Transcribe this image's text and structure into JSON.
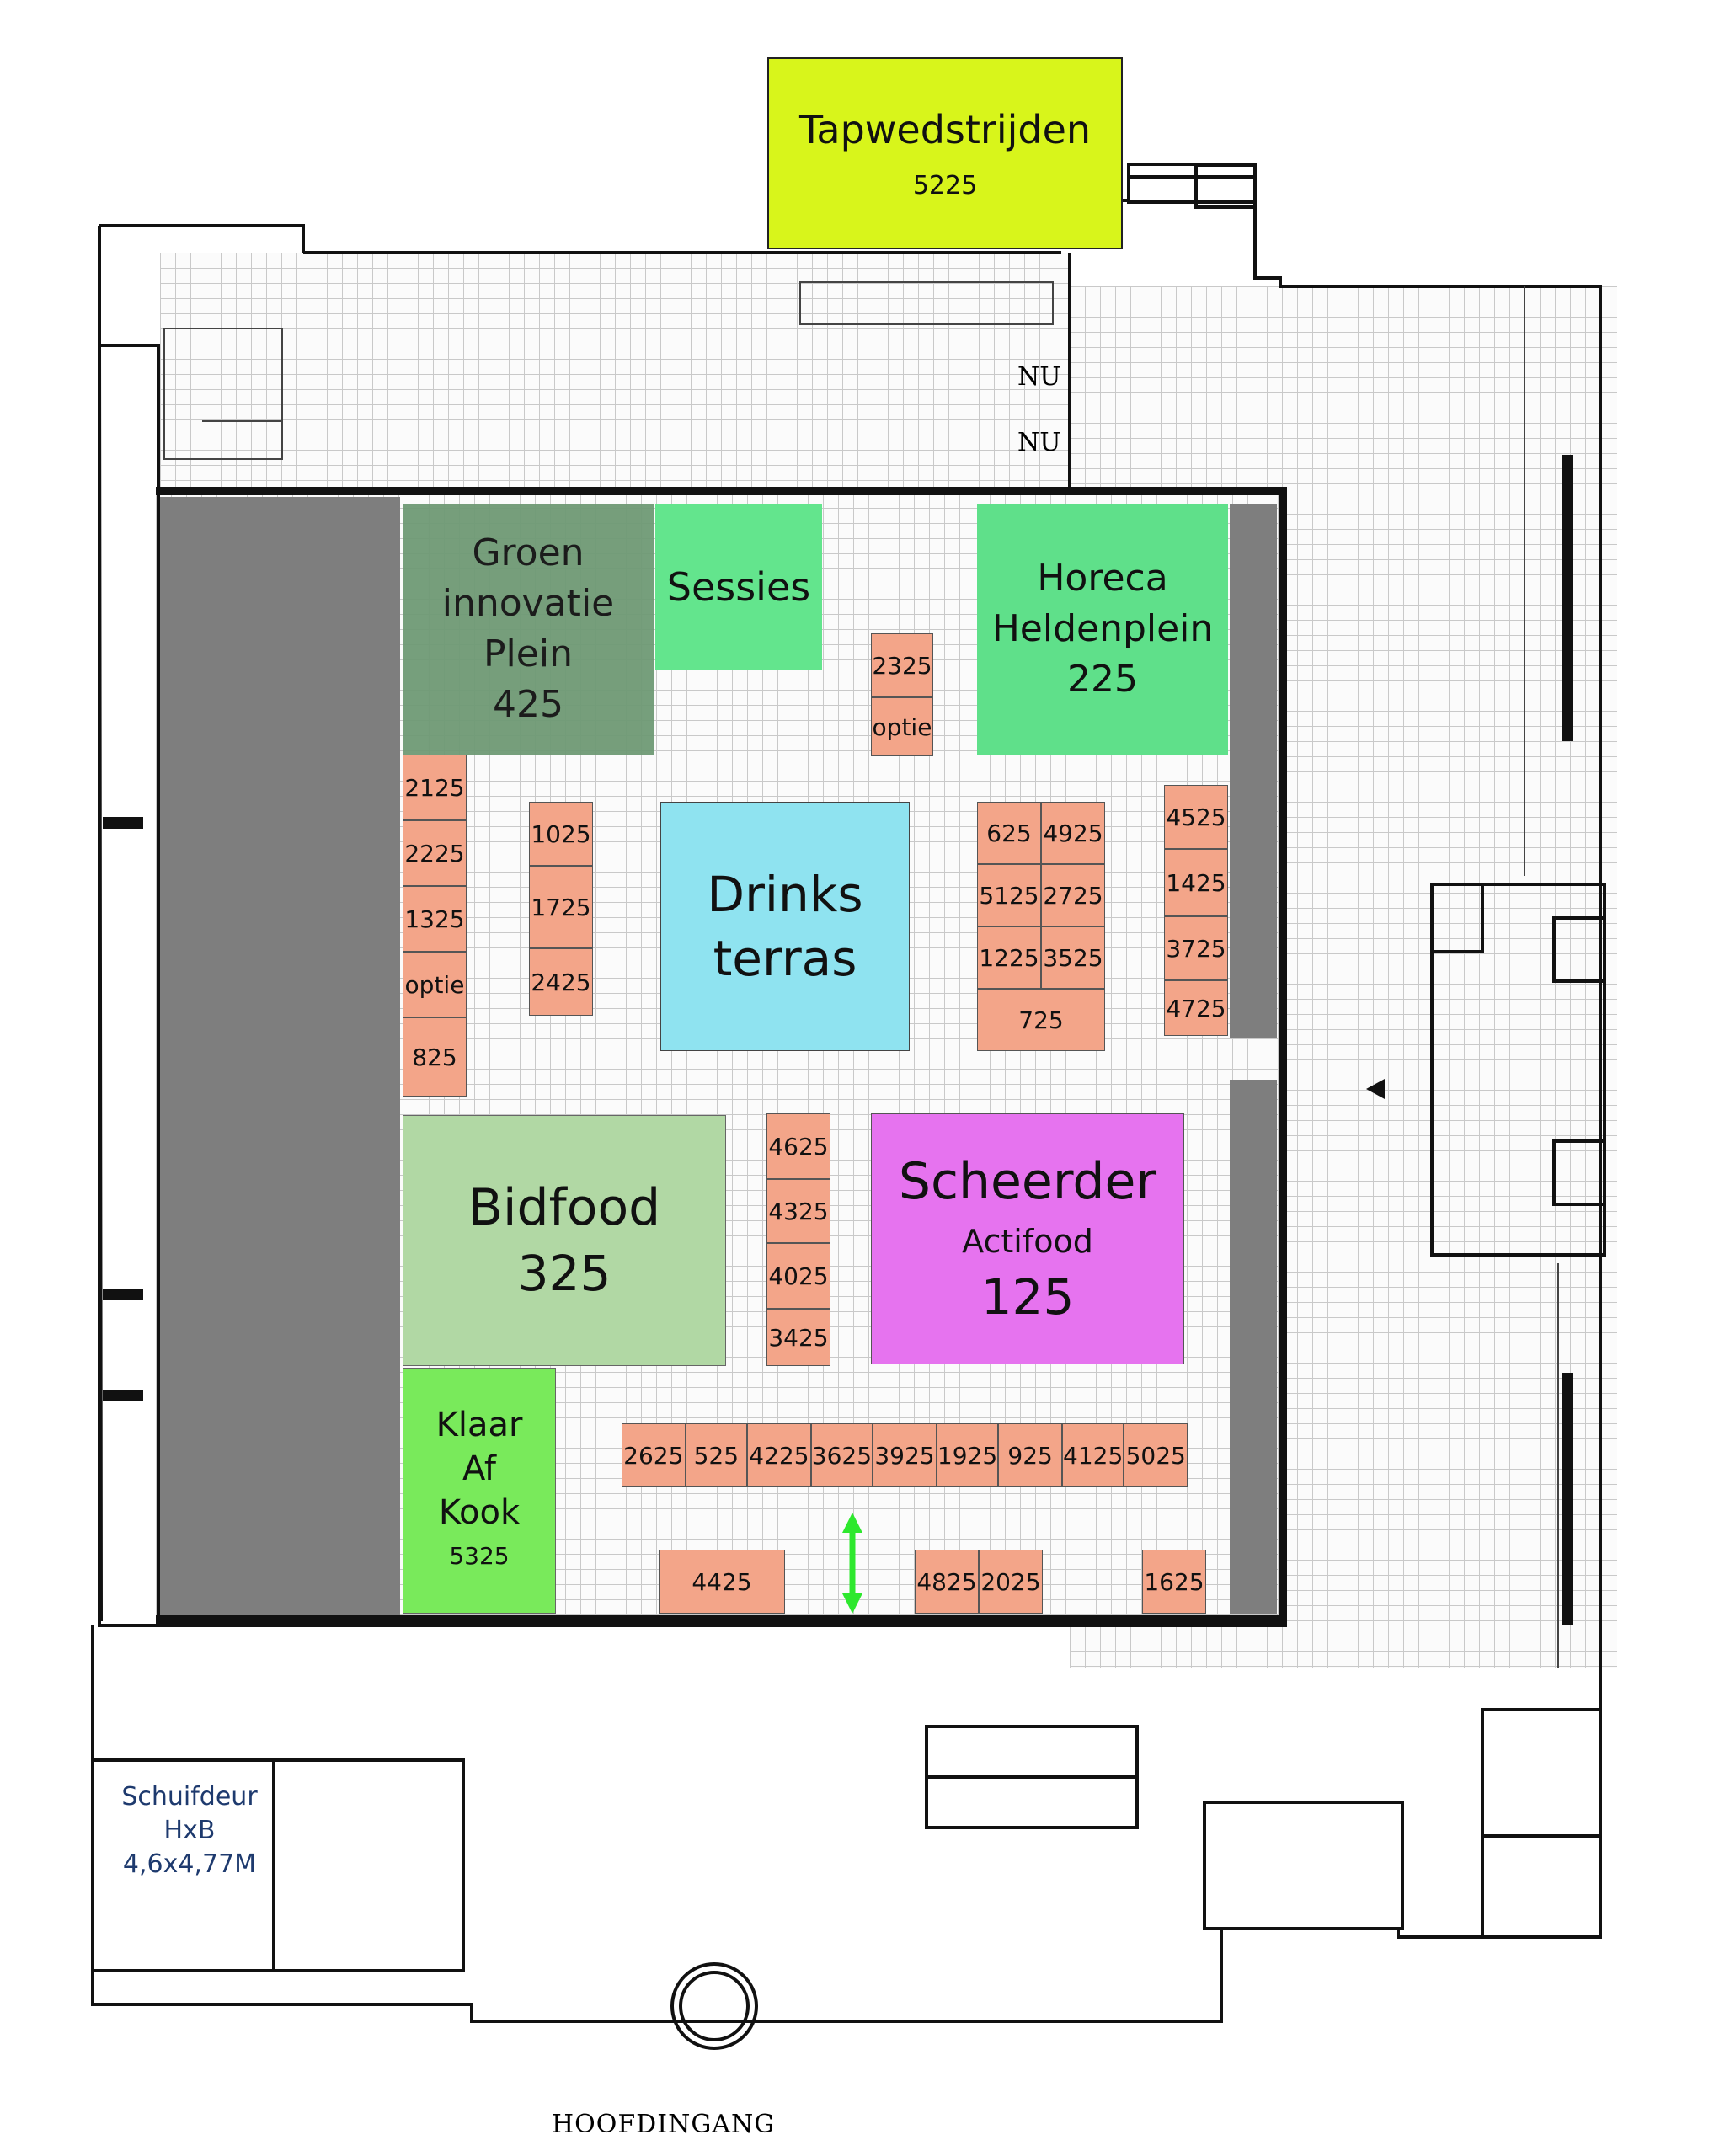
{
  "zones": {
    "tapwedstrijden": {
      "name": "Tapwedstrijden",
      "number": "5225",
      "color": "#d8f51b"
    },
    "groen": {
      "line1": "Groen",
      "line2": "innovatie",
      "line3": "Plein",
      "number": "425",
      "color": "#6f9a75"
    },
    "sessies": {
      "name": "Sessies",
      "color": "#63e58d"
    },
    "horeca": {
      "line1": "Horeca",
      "line2": "Heldenplein",
      "number": "225",
      "color": "#5fe08a"
    },
    "drinks": {
      "line1": "Drinks",
      "line2": "terras",
      "color": "#8fe3f0"
    },
    "bidfood": {
      "name": "Bidfood",
      "number": "325",
      "color": "#b1d8a4"
    },
    "scheerder": {
      "name": "Scheerder",
      "sub": "Actifood",
      "number": "125",
      "color": "#e673ef"
    },
    "klaar": {
      "line1": "Klaar",
      "line2": "Af",
      "line3": "Kook",
      "number": "5325",
      "color": "#79ea5b"
    }
  },
  "booths": {
    "b2325": "2325",
    "b2325o": "optie",
    "b2125": "2125",
    "b2225": "2225",
    "b1325": "1325",
    "bopt2": "optie",
    "b825": "825",
    "b1025": "1025",
    "b1725": "1725",
    "b2425": "2425",
    "b625": "625",
    "b4925": "4925",
    "b5125": "5125",
    "b2725": "2725",
    "b1225": "1225",
    "b3525": "3525",
    "b725": "725",
    "b4525": "4525",
    "b1425": "1425",
    "b3725": "3725",
    "b4725": "4725",
    "b4625": "4625",
    "b4325": "4325",
    "b4025": "4025",
    "b3425": "3425",
    "row": [
      "2625",
      "525",
      "4225",
      "3625",
      "3925",
      "1925",
      "925",
      "4125",
      "5025"
    ],
    "b4425": "4425",
    "b4825": "4825",
    "b2025": "2025",
    "b1625": "1625"
  },
  "labels": {
    "nu1": "NU",
    "nu2": "NU",
    "schuifdeur1": "Schuifdeur",
    "schuifdeur2": "HxB",
    "schuifdeur3": "4,6x4,77M",
    "entrance": "HOOFDINGANG"
  },
  "colors": {
    "booth": "#f3a589",
    "gray_wall": "#7e7e7e",
    "schuifdeur_text": "#1e3a6e",
    "arrow": "#2ee82e"
  }
}
